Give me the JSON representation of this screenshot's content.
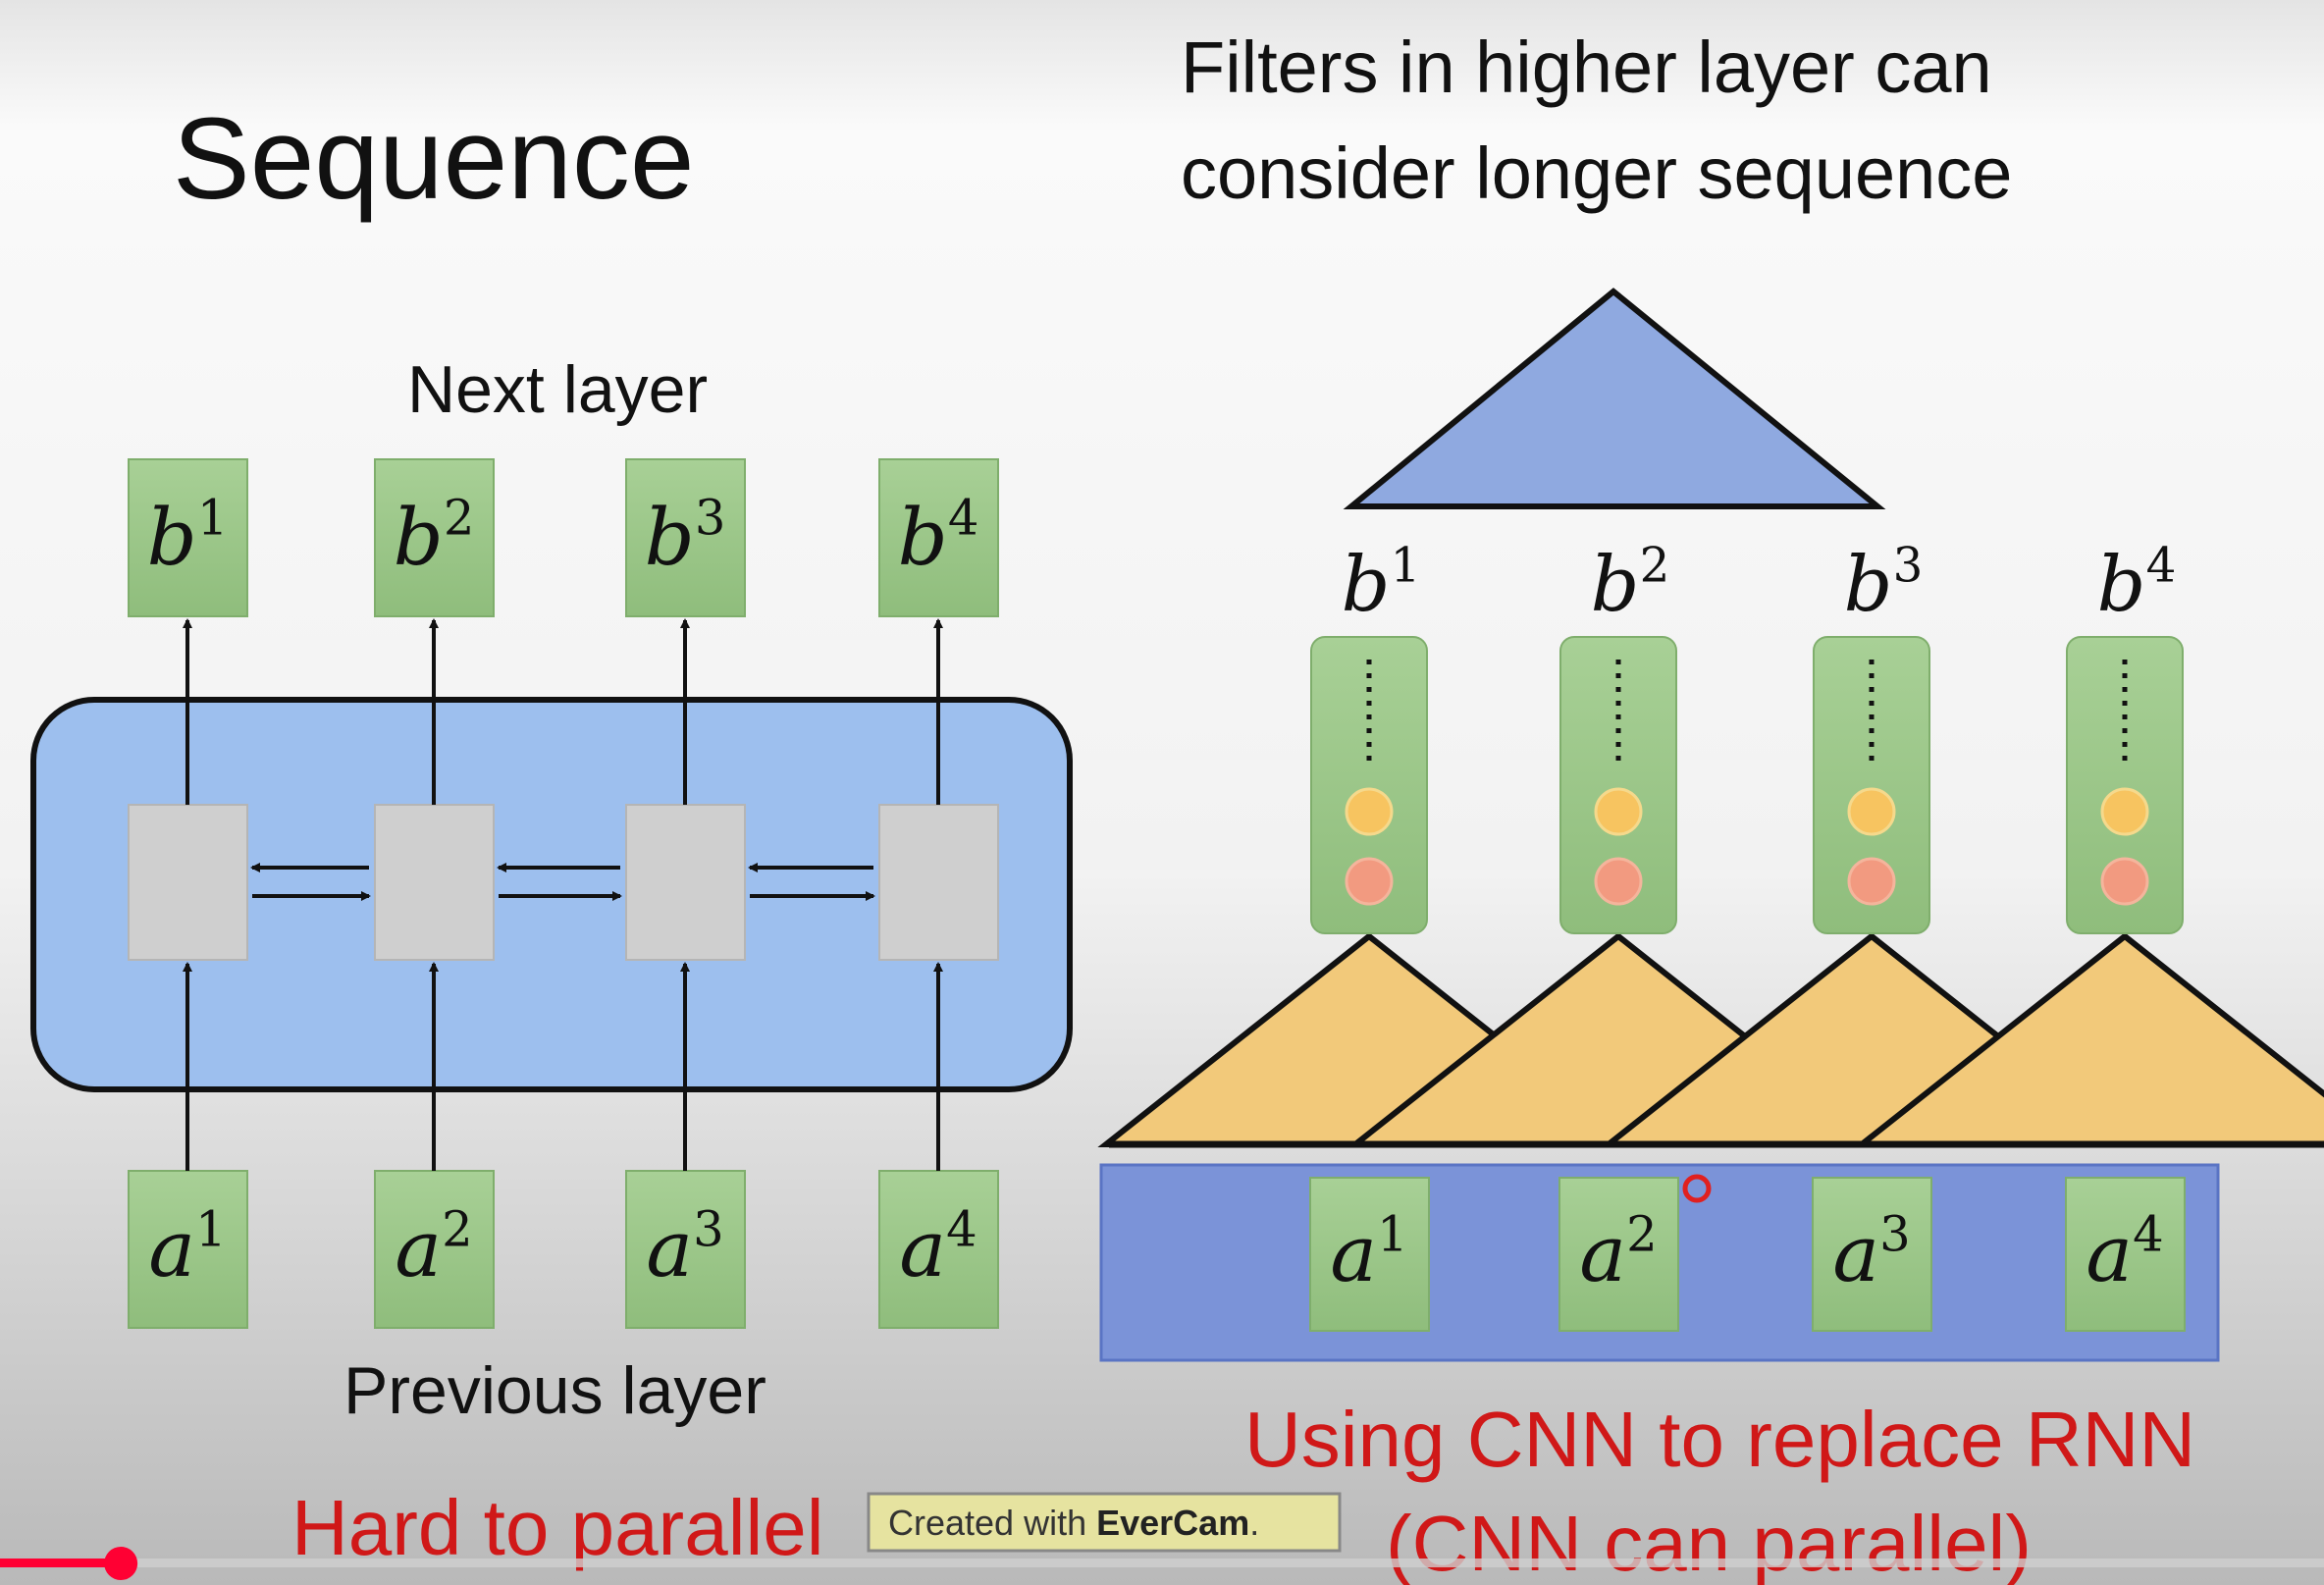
{
  "slide": {
    "title": "Sequence",
    "right_title_line1": "Filters in higher layer can",
    "right_title_line2": "consider longer sequence",
    "next_layer": "Next layer",
    "previous_layer": "Previous layer",
    "hard_to_parallel": "Hard to parallel",
    "using_cnn_line1": "Using CNN to replace RNN",
    "using_cnn_line2": "(CNN can parallel)",
    "rnn_outputs": [
      {
        "base": "b",
        "sup": "1"
      },
      {
        "base": "b",
        "sup": "2"
      },
      {
        "base": "b",
        "sup": "3"
      },
      {
        "base": "b",
        "sup": "4"
      }
    ],
    "rnn_inputs": [
      {
        "base": "a",
        "sup": "1"
      },
      {
        "base": "a",
        "sup": "2"
      },
      {
        "base": "a",
        "sup": "3"
      },
      {
        "base": "a",
        "sup": "4"
      }
    ],
    "cnn_outputs": [
      {
        "base": "b",
        "sup": "1"
      },
      {
        "base": "b",
        "sup": "2"
      },
      {
        "base": "b",
        "sup": "3"
      },
      {
        "base": "b",
        "sup": "4"
      }
    ],
    "cnn_inputs": [
      {
        "base": "a",
        "sup": "1"
      },
      {
        "base": "a",
        "sup": "2"
      },
      {
        "base": "a",
        "sup": "3"
      },
      {
        "base": "a",
        "sup": "4"
      }
    ]
  },
  "watermark": {
    "prefix": "Created with ",
    "brand": "EverCam",
    "suffix": "."
  },
  "video": {
    "progress_percent": 5.2,
    "progress_color": "#ff0033"
  },
  "colors": {
    "red_text": "#d01818",
    "green_box": "#9cc88a",
    "blue_fill": "#8fb2e8",
    "orange_fill": "#f2c97a",
    "gray_cell": "#cfcfcf"
  }
}
